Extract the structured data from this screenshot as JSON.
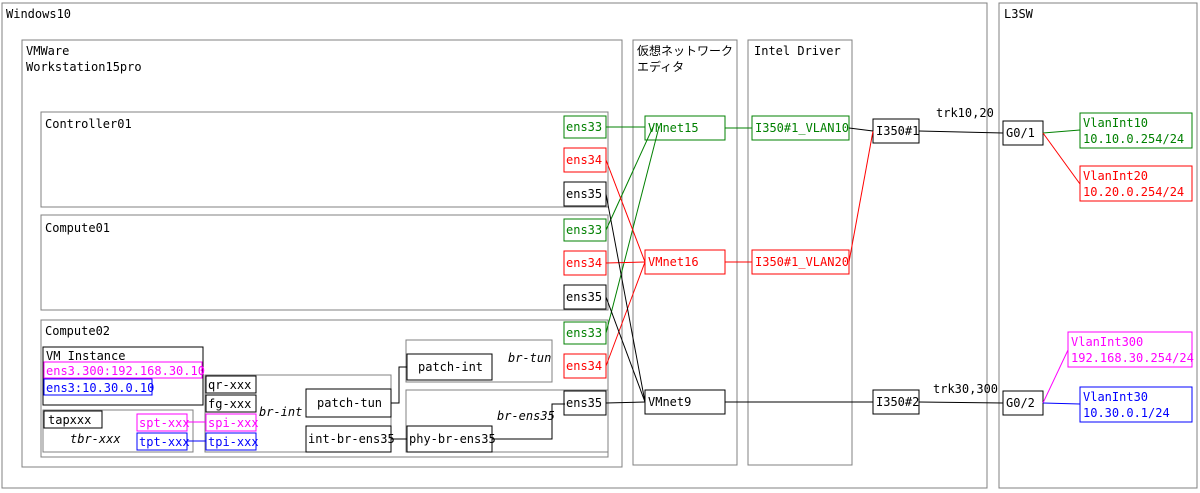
{
  "labels": {
    "windows": "Windows10",
    "vmware_line1": "VMWare",
    "vmware_line2": "Workstation15pro",
    "vne_line1": "仮想ネットワーク",
    "vne_line2": "エディタ",
    "intel": "Intel Driver",
    "l3sw": "L3SW",
    "controller": "Controller01",
    "compute01": "Compute01",
    "compute02": "Compute02",
    "vm_instance": "VM Instance",
    "vm_ens3_300": "ens3.300:192.168.30.10",
    "vm_ens3": "ens3:10.30.0.10",
    "tapxxx": "tapxxx",
    "tbr": "tbr-xxx",
    "spt": "spt-xxx",
    "tpt": "tpt-xxx",
    "qr": "qr-xxx",
    "fg": "fg-xxx",
    "spi": "spi-xxx",
    "tpi": "tpi-xxx",
    "br_int": "br-int",
    "patch_tun": "patch-tun",
    "int_br_ens35": "int-br-ens35",
    "patch_int": "patch-int",
    "br_tun": "br-tun",
    "phy_br_ens35": "phy-br-ens35",
    "br_ens35": "br-ens35",
    "ens33": "ens33",
    "ens34": "ens34",
    "ens35": "ens35",
    "vmnet15": "VMnet15",
    "vmnet16": "VMnet16",
    "vmnet9": "VMnet9",
    "i350_vlan10": "I350#1_VLAN10",
    "i350_vlan20": "I350#1_VLAN20",
    "i350_1": "I350#1",
    "i350_2": "I350#2",
    "trk1020": "trk10,20",
    "trk30300": "trk30,300",
    "g01": "G0/1",
    "g02": "G0/2",
    "vlanint10_name": "VlanInt10",
    "vlanint10_ip": "10.10.0.254/24",
    "vlanint20_name": "VlanInt20",
    "vlanint20_ip": "10.20.0.254/24",
    "vlanint300_name": "VlanInt300",
    "vlanint300_ip": "192.168.30.254/24",
    "vlanint30_name": "VlanInt30",
    "vlanint30_ip": "10.30.0.1/24"
  },
  "colors": {
    "vlan10": "#008000",
    "vlan20": "#ff0000",
    "vlan300": "#ff00ff",
    "vlan30": "#0000ff",
    "mgmt": "#000000",
    "frame": "#808080"
  }
}
